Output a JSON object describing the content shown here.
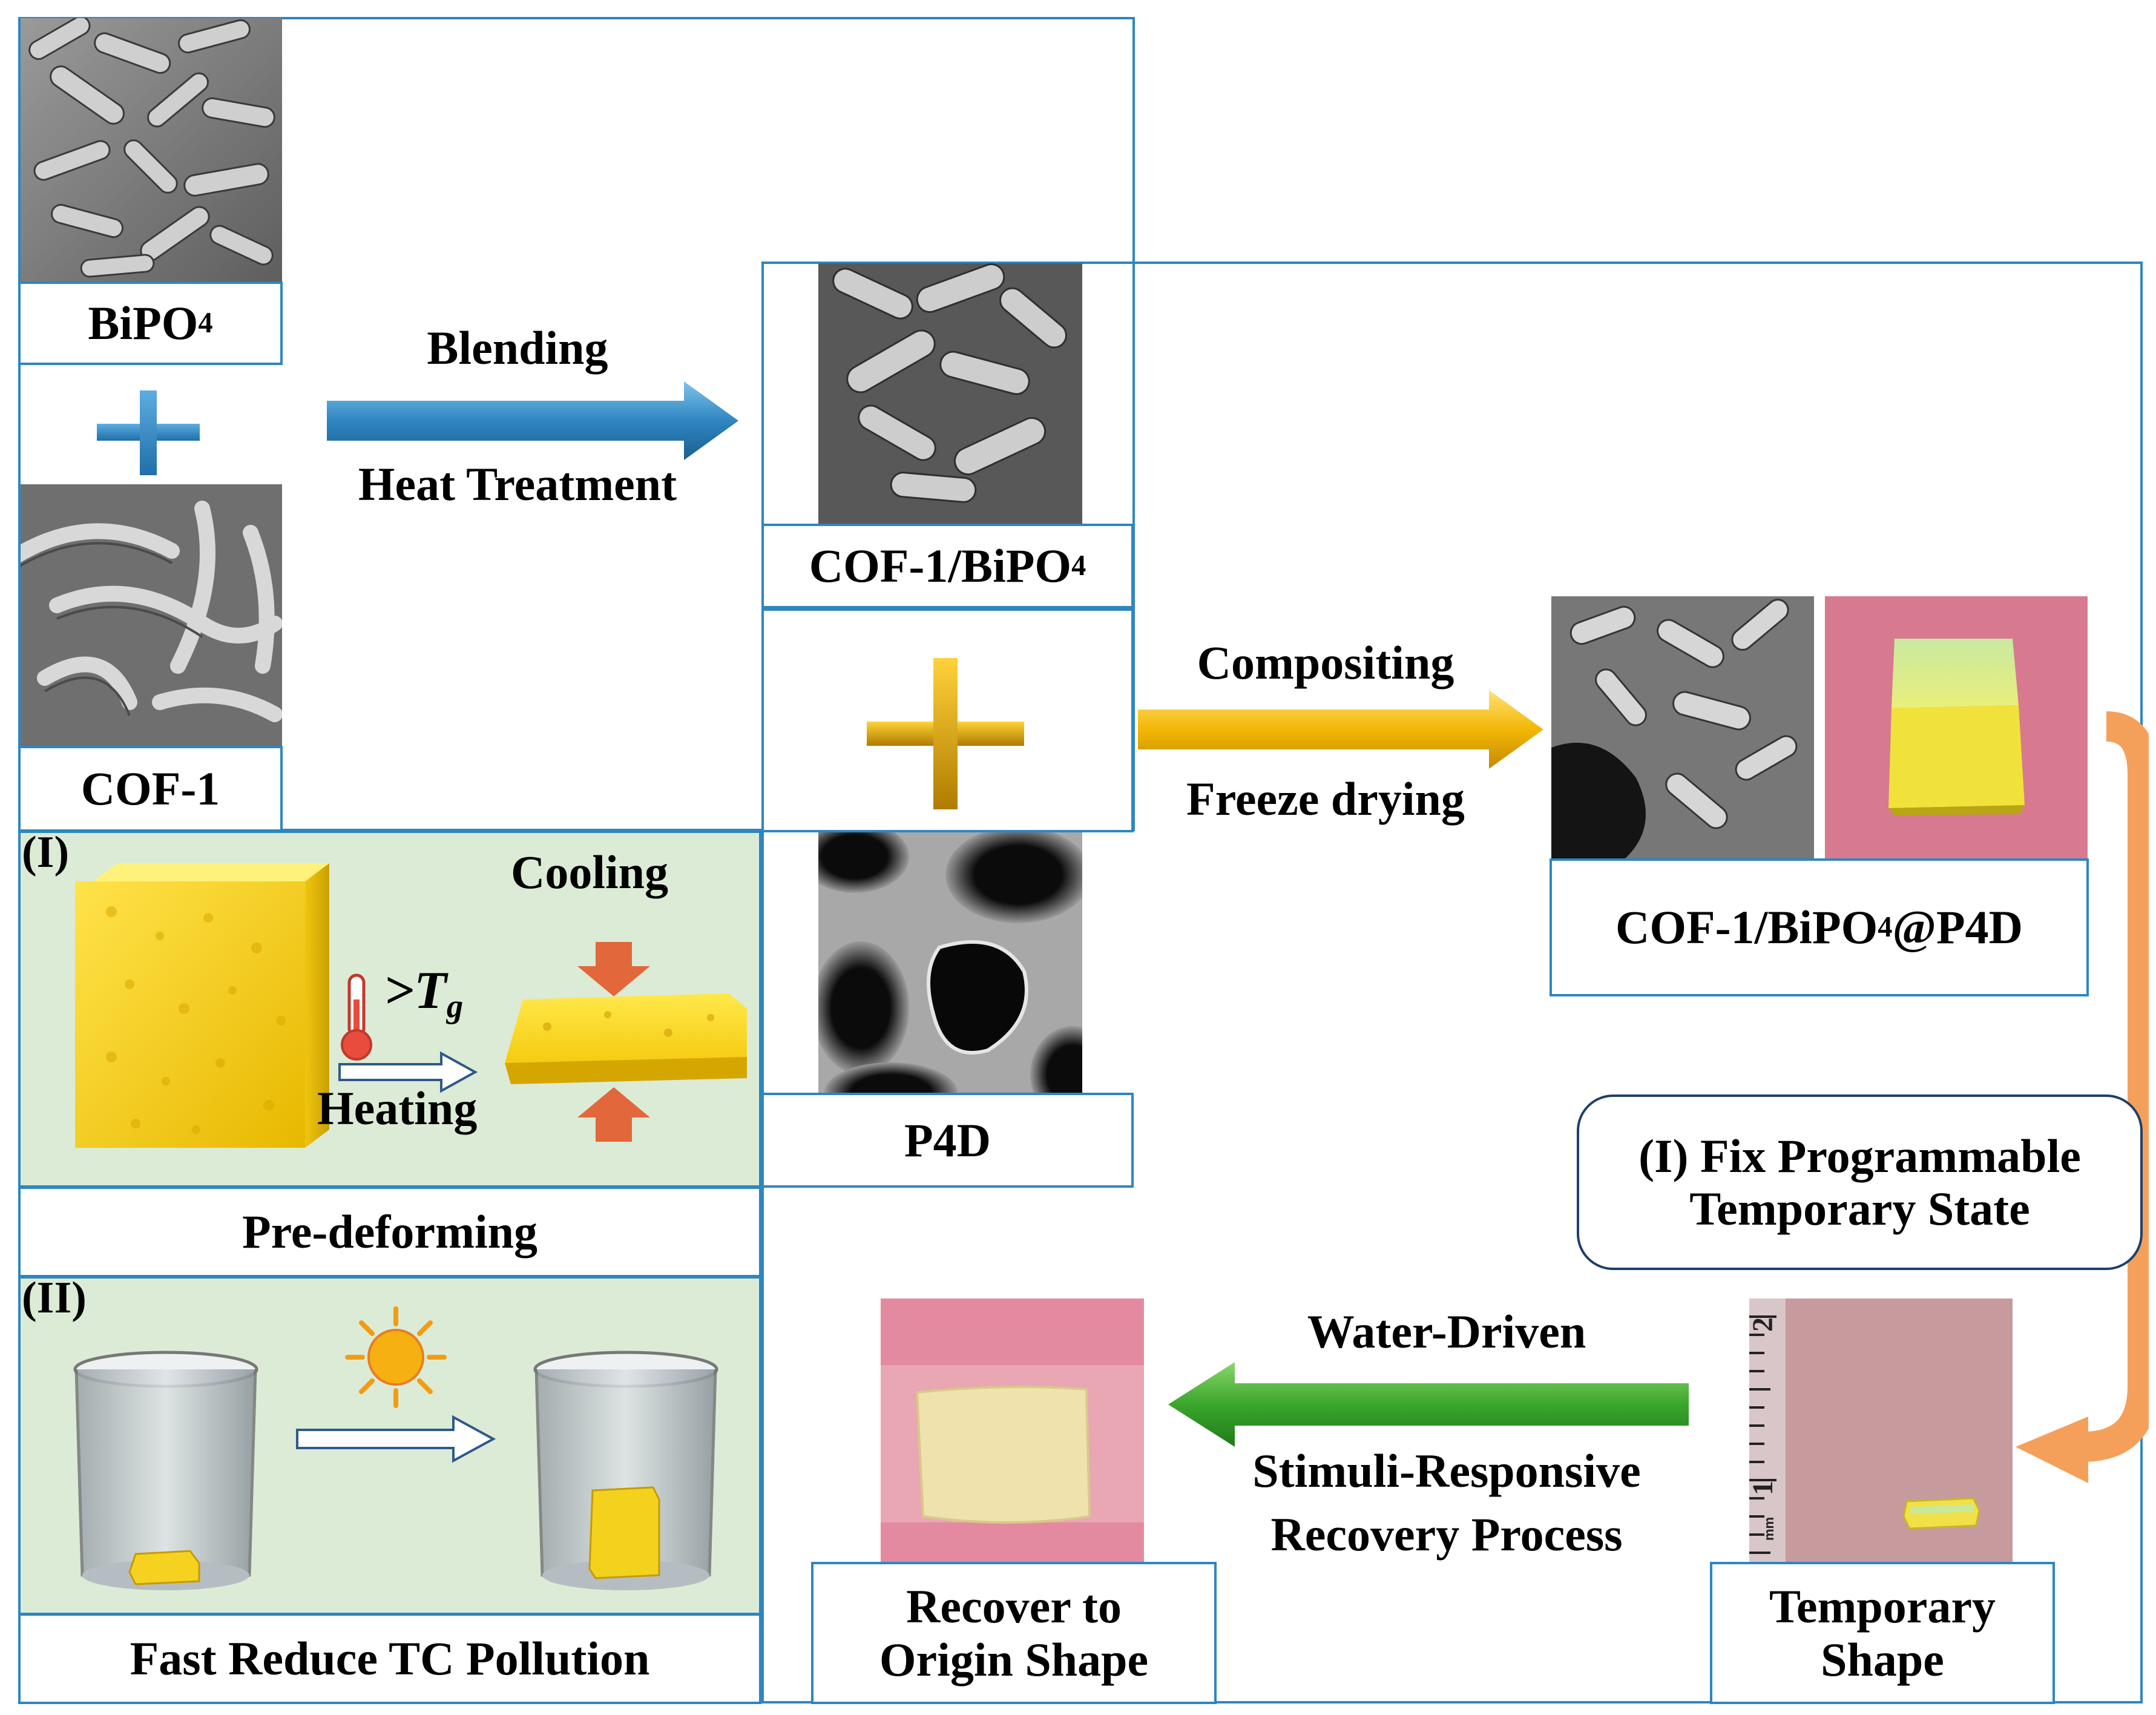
{
  "materials": {
    "bipo4": {
      "name": "BiPO",
      "sub": "4"
    },
    "cof1": "COF-1",
    "cof1_bipo4": {
      "name": "COF-1/BiPO",
      "sub": "4"
    },
    "p4d": "P4D",
    "composite": {
      "pre": "COF-1/BiPO",
      "sub": "4",
      "post": "@P4D"
    }
  },
  "steps": {
    "blending": "Blending",
    "heat_treatment": "Heat Treatment",
    "compositing": "Compositing",
    "freeze_drying": "Freeze drying"
  },
  "panel_I": {
    "tag": "(I)",
    "cooling": "Cooling",
    "condition": ">T",
    "condition_sub": "g",
    "heating": "Heating",
    "caption": "Pre-deforming"
  },
  "panel_II": {
    "tag": "(II)",
    "caption": "Fast Reduce TC Pollution"
  },
  "fix_state": {
    "line1": "(I) Fix Programmable",
    "line2": "Temporary State"
  },
  "recovery": {
    "water_driven": "Water-Driven",
    "line1": "Stimuli-Responsive",
    "line2": "Recovery Process"
  },
  "shapes": {
    "temporary_line1": "Temporary",
    "temporary_line2": "Shape",
    "origin_line1": "Recover to",
    "origin_line2": "Origin Shape"
  },
  "ruler": {
    "marks": [
      "2",
      "1",
      "mm"
    ]
  },
  "colors": {
    "frame_blue": "#2e86c1",
    "arrow_blue": "#2e86c1",
    "arrow_yellow": "#f2b705",
    "arrow_green": "#3aa62c",
    "arrow_orange": "#f5a05a",
    "panel_green": "#dcebd6",
    "sponge_yellow": "#f5d21f"
  },
  "icons": [
    "thermometer-icon",
    "sun-icon",
    "beaker-icon",
    "plus-icon"
  ]
}
